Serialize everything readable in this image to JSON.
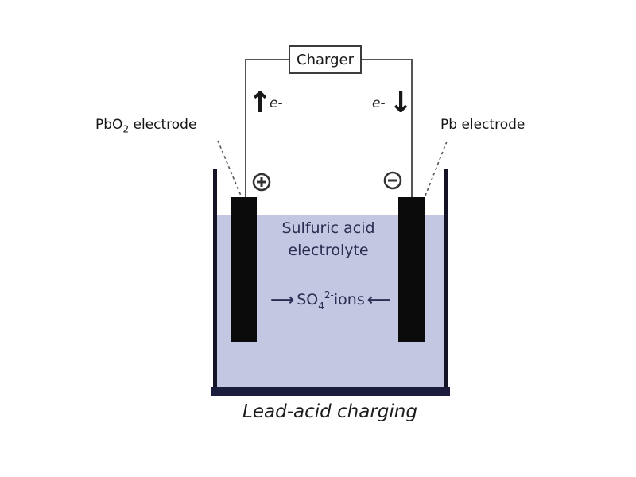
{
  "charger": {
    "label": "Charger"
  },
  "circuit": {
    "up_arrow": "↑",
    "down_arrow": "↓",
    "electron_left": "e-",
    "electron_right": "e-"
  },
  "terminals": {
    "positive_symbol": "⊕",
    "negative_symbol": "⊖"
  },
  "electrodes": {
    "left_formula": "PbO",
    "left_subscript": "2",
    "left_text": " electrode",
    "right_label": "Pb electrode"
  },
  "electrolyte": {
    "line1": "Sulfuric acid",
    "line2": "electrolyte"
  },
  "ions": {
    "arrow_left": "⟶",
    "formula": "SO",
    "subscript": "4",
    "superscript": "2-",
    "text": " ions",
    "arrow_right": "⟵"
  },
  "caption": "Lead-acid charging",
  "colors": {
    "electrolyte_fill": "#c3c7e1",
    "electrolyte_text": "#2b2e52",
    "beaker_bottom": "#1c1c3c",
    "wall_color": "#141426"
  }
}
